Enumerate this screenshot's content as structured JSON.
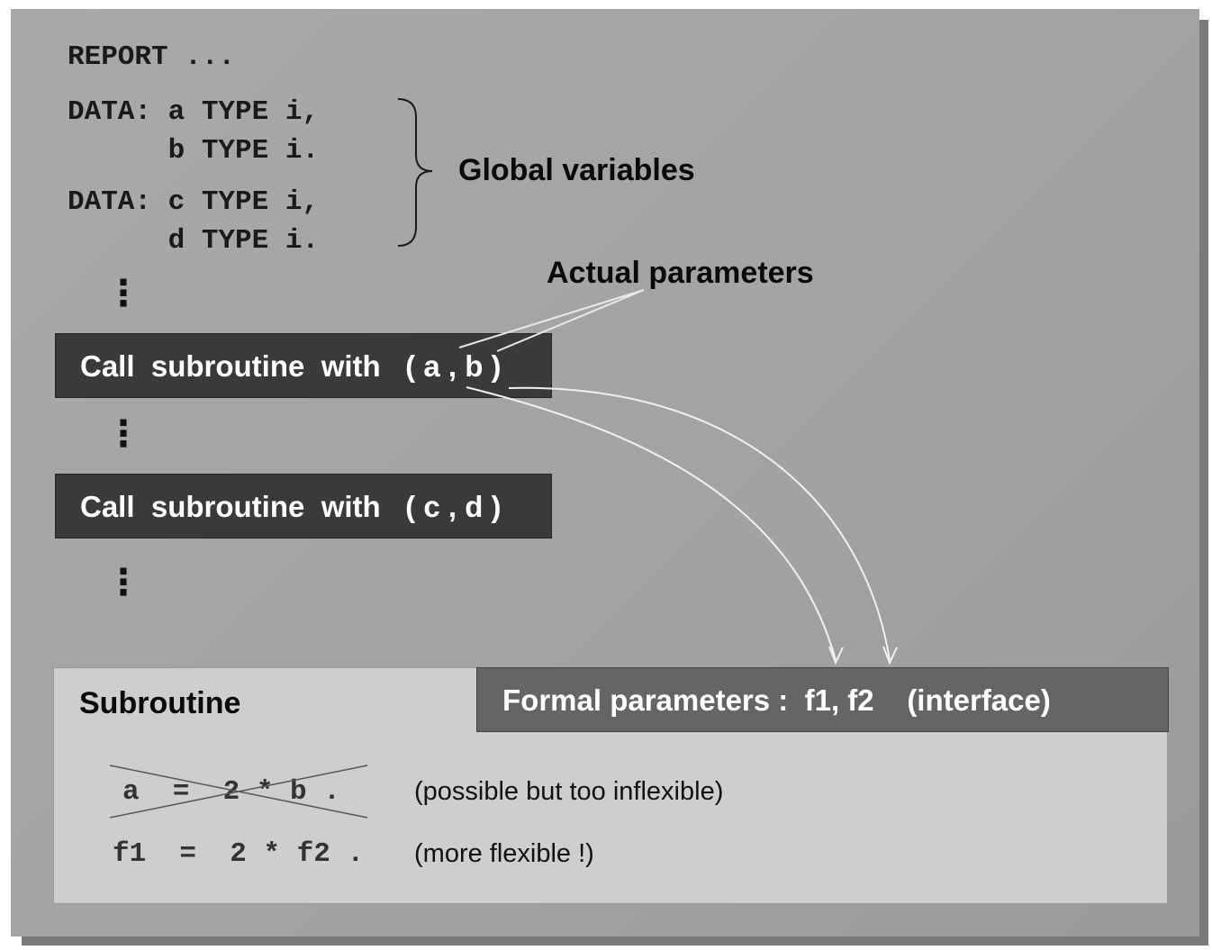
{
  "code": {
    "report_line": "REPORT ...",
    "data_block_1": [
      "DATA: a TYPE i,",
      "      b TYPE i."
    ],
    "data_block_2": [
      "DATA: c TYPE i,",
      "      d TYPE i."
    ]
  },
  "labels": {
    "global_variables": "Global variables",
    "actual_parameters": "Actual parameters"
  },
  "ellipsis": "⋮",
  "calls": [
    "Call  subroutine  with   ( a , b )",
    "Call  subroutine  with   ( c , d )"
  ],
  "subroutine": {
    "title": "Subroutine",
    "formal_parameters": "Formal parameters :  f1, f2    (interface)",
    "line1_code": "a  =  2 * b .",
    "line1_note": "(possible but too inflexible)",
    "line2_code": "f1  =  2 * f2 .",
    "line2_note": "(more flexible !)"
  }
}
